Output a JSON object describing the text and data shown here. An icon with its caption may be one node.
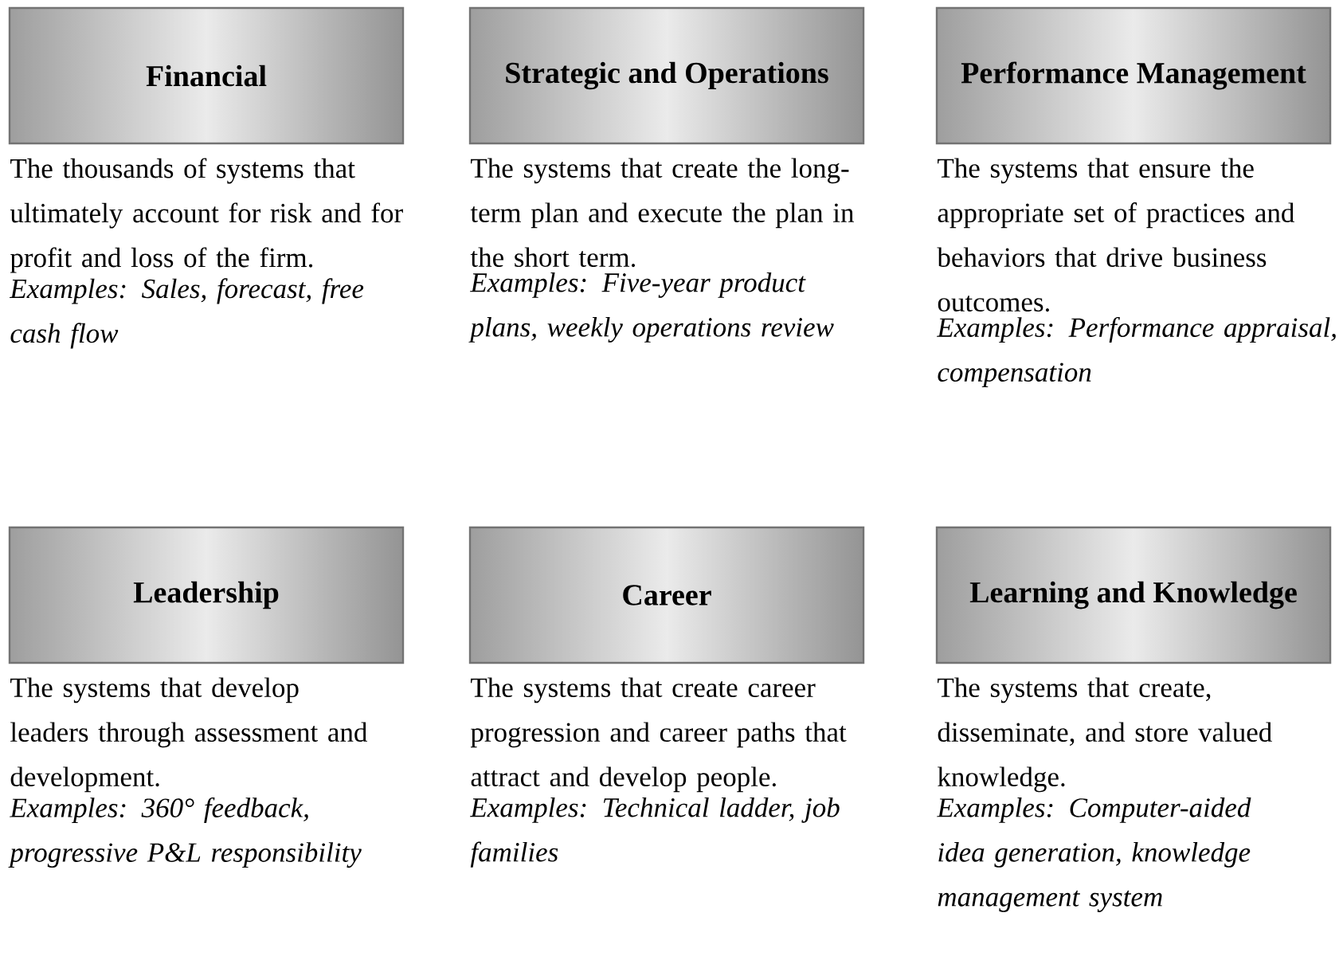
{
  "diagram": {
    "nodes": [
      {
        "text": [
          "Financial"
        ],
        "beside": [
          "The thousands of systems that ultimately account for risk and for profit and loss of the firm.",
          "Examples: Sales, forecast, free cash flow"
        ]
      },
      {
        "text": [
          "Strategic and Operations"
        ],
        "beside": [
          "The systems that create the long-term plan and execute the plan in the short term.",
          "Examples: Five-year product plans, weekly operations review"
        ]
      },
      {
        "text": [
          "Performance Management"
        ],
        "beside": [
          "The systems that ensure the appropriate set of practices and behaviors that drive business outcomes.",
          "Examples: Performance appraisal, compensation"
        ]
      },
      {
        "text": [
          "Leadership"
        ],
        "beside": [
          "The systems that develop leaders through assessment and development.",
          "Examples: 360° feedback, progressive P&L responsibility"
        ]
      },
      {
        "text": [
          "Career"
        ],
        "beside": [
          "The systems that create career progression and career paths that attract and develop people.",
          "Examples: Technical ladder, job families"
        ]
      },
      {
        "text": [
          "Learning and Knowledge"
        ],
        "beside": [
          "The systems that create, disseminate, and store valued knowledge.",
          "Examples: Computer-aided idea generation, knowledge management system"
        ]
      }
    ]
  }
}
